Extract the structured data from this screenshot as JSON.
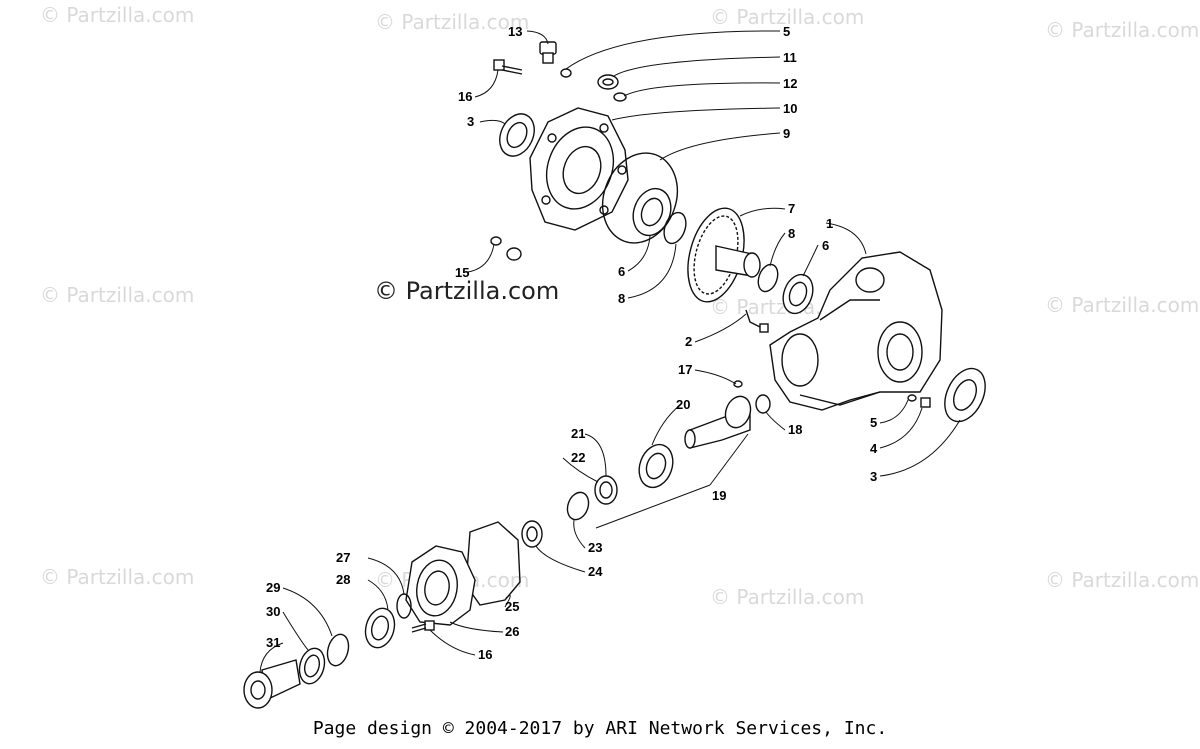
{
  "diagram": {
    "watermark": "© Partzilla.com",
    "main_watermark": "© Partzilla.com",
    "footer": "Page design © 2004-2017 by ARI Network Services, Inc.",
    "callouts": [
      "13",
      "5",
      "11",
      "12",
      "10",
      "16",
      "3",
      "9",
      "7",
      "1",
      "8",
      "6",
      "15",
      "6",
      "8",
      "2",
      "17",
      "20",
      "18",
      "5",
      "4",
      "3",
      "21",
      "22",
      "19",
      "23",
      "24",
      "27",
      "25",
      "28",
      "26",
      "29",
      "30",
      "16",
      "31"
    ]
  }
}
